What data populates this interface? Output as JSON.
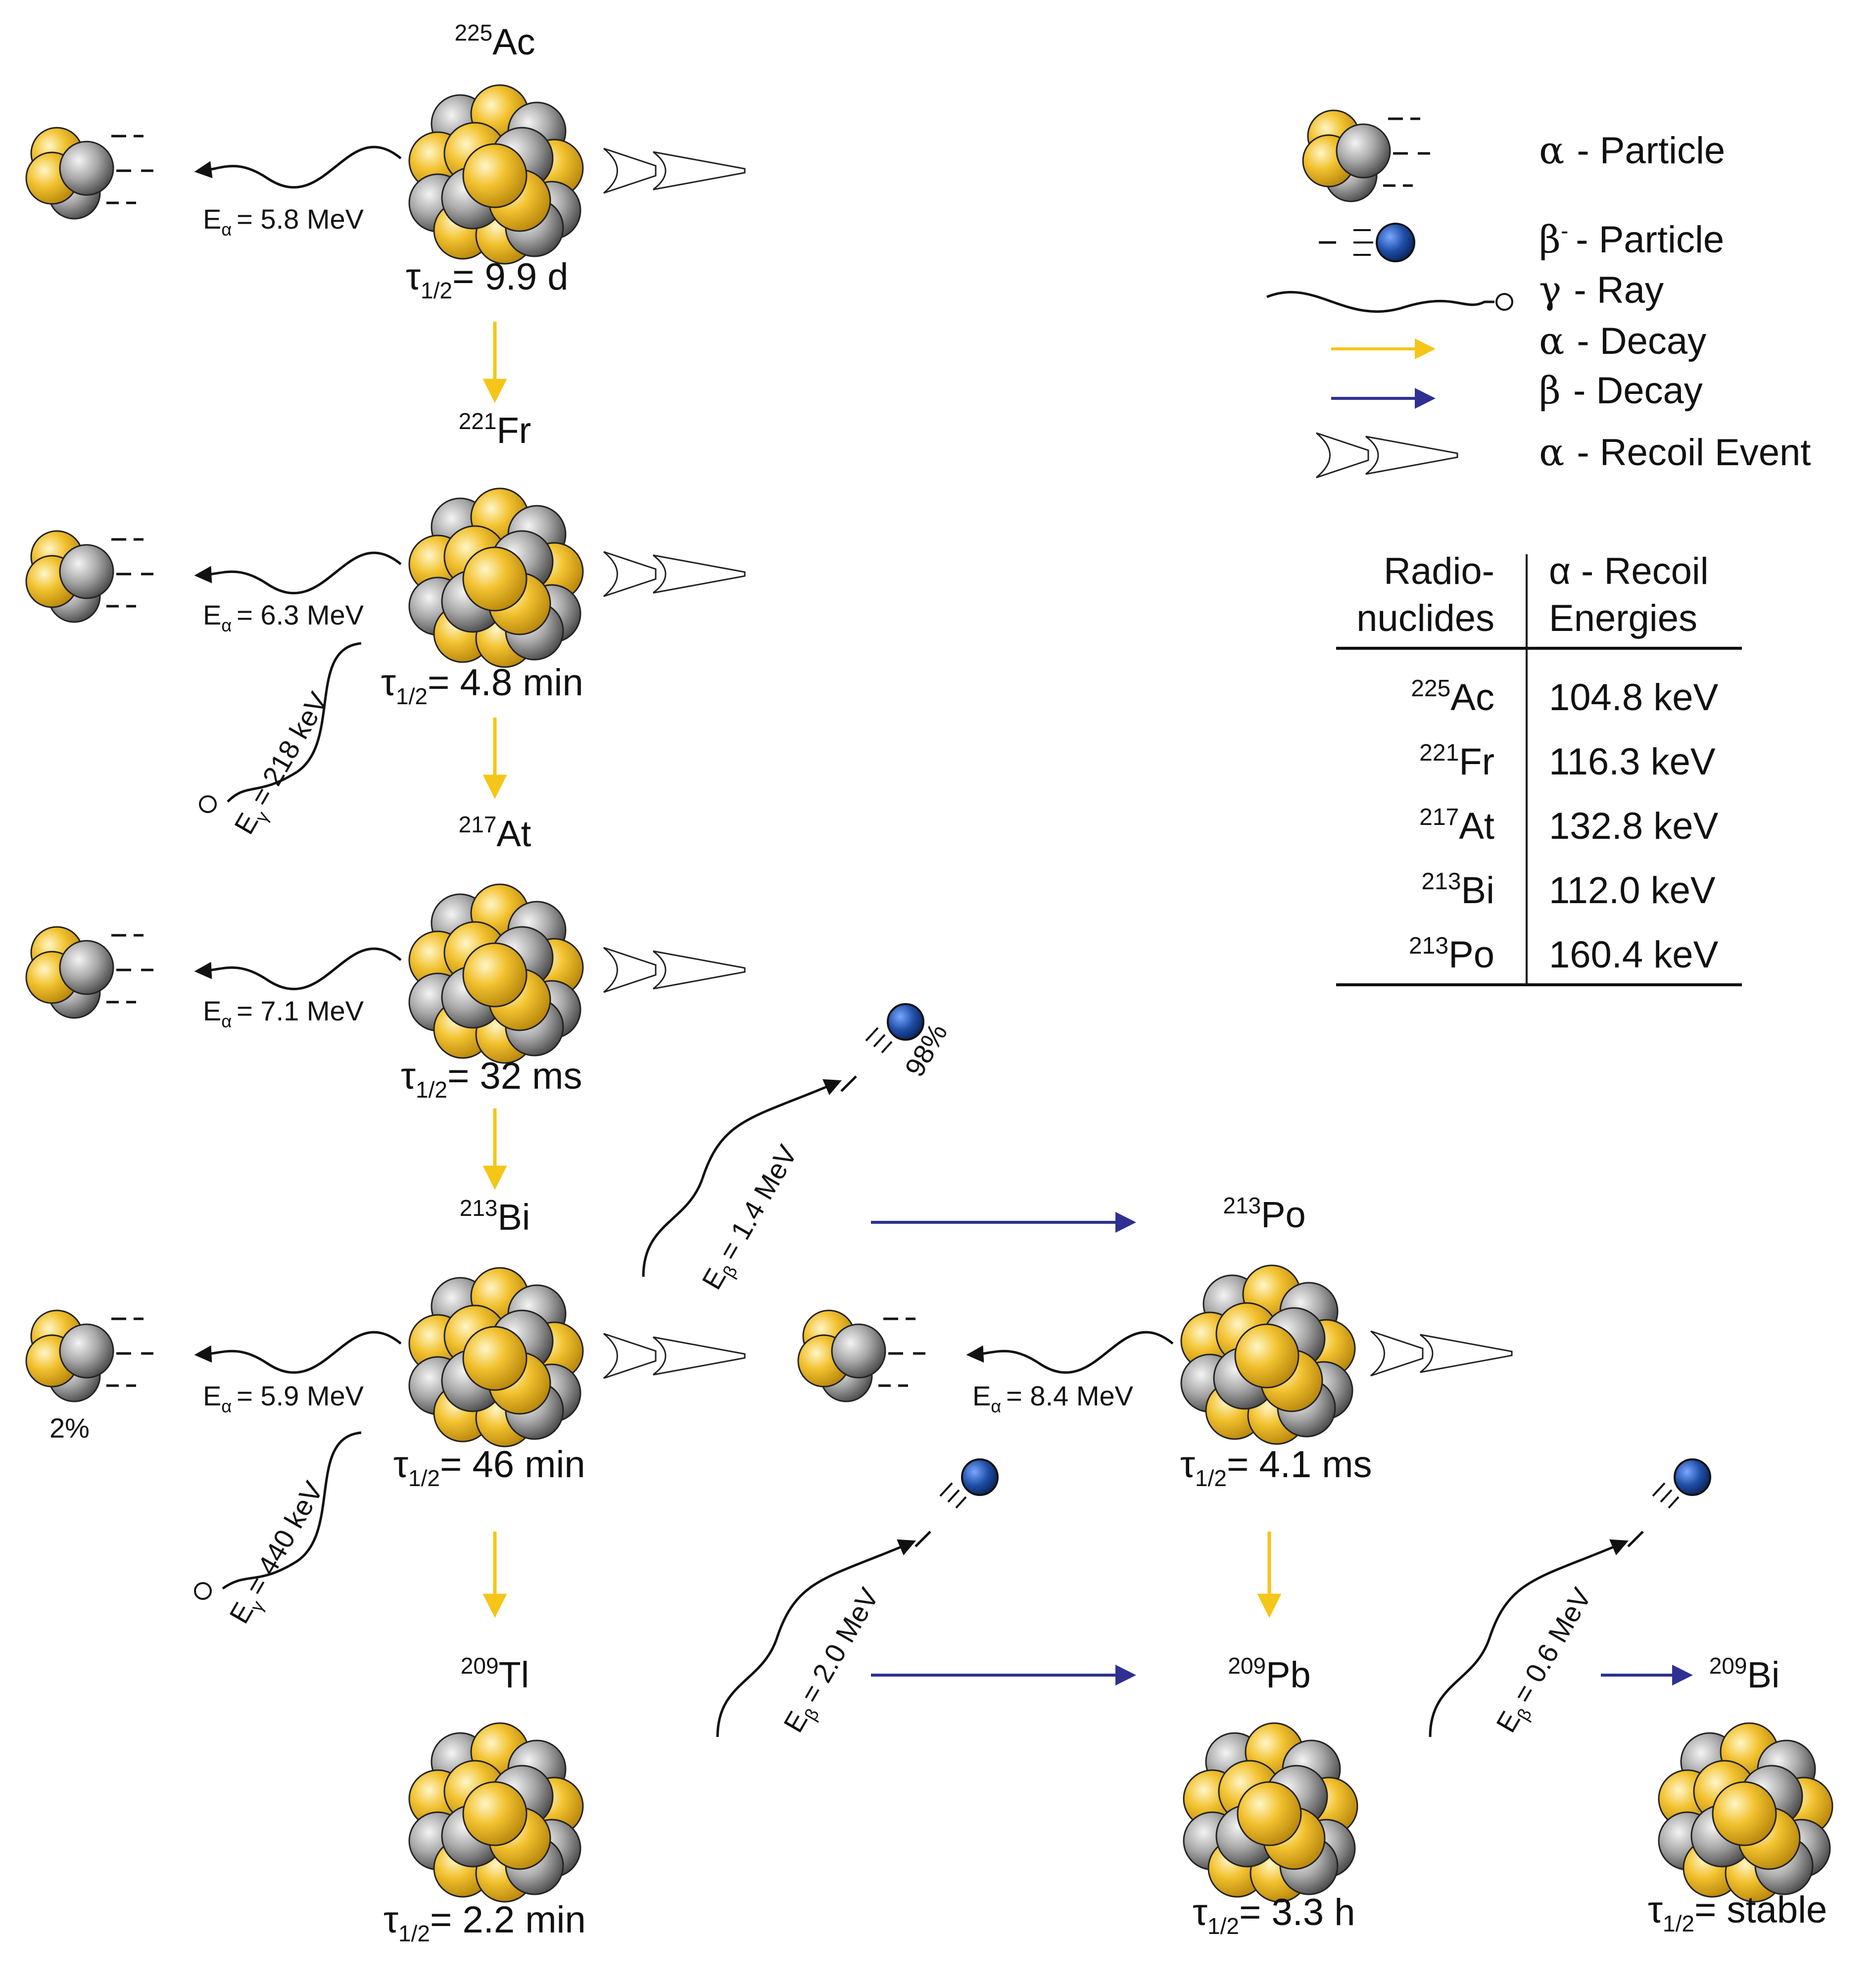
{
  "nuclides": {
    "ac225": {
      "mass": "225",
      "symbol": "Ac",
      "half_life": "= 9.9 d"
    },
    "fr221": {
      "mass": "221",
      "symbol": "Fr",
      "half_life": "= 4.8 min"
    },
    "at217": {
      "mass": "217",
      "symbol": "At",
      "half_life": "= 32 ms"
    },
    "bi213": {
      "mass": "213",
      "symbol": "Bi",
      "half_life": "= 46 min"
    },
    "tl209": {
      "mass": "209",
      "symbol": "Tl",
      "half_life": "= 2.2 min"
    },
    "po213": {
      "mass": "213",
      "symbol": "Po",
      "half_life": "= 4.1 ms"
    },
    "pb209": {
      "mass": "209",
      "symbol": "Pb",
      "half_life": "= 3.3 h"
    },
    "bi209": {
      "mass": "209",
      "symbol": "Bi",
      "half_life": "= stable"
    }
  },
  "half_life_symbol": "τ",
  "half_life_sub": "1/2",
  "alpha_energies": {
    "ac225": "= 5.8 MeV",
    "fr221": "= 6.3 MeV",
    "at217": "= 7.1 MeV",
    "bi213": "= 5.9 MeV",
    "po213": "= 8.4 MeV"
  },
  "gamma_energies": {
    "fr221": "= 218 keV",
    "bi213": "= 440 keV"
  },
  "beta_energies": {
    "bi213": "= 1.4 MeV",
    "tl209": "= 2.0 MeV",
    "pb209": "= 0.6 MeV"
  },
  "energy_letter": "E",
  "sub_alpha": "α",
  "sub_beta": "β",
  "sub_gamma": "γ",
  "branching": {
    "beta": "98%",
    "alpha": "2%"
  },
  "legend": {
    "alpha_particle": {
      "symbol": "α",
      "label": "- Particle"
    },
    "beta_particle": {
      "symbol": "β",
      "sup": "-",
      "label": "- Particle"
    },
    "gamma_ray": {
      "symbol": "γ",
      "label": "- Ray"
    },
    "alpha_decay": {
      "symbol": "α",
      "label": "- Decay"
    },
    "beta_decay": {
      "symbol": "β",
      "label": "- Decay"
    },
    "recoil": {
      "symbol": "α",
      "label": "- Recoil Event"
    }
  },
  "recoil_table": {
    "header_left": [
      "Radio-",
      "nuclides"
    ],
    "header_right": [
      "α - Recoil",
      "Energies"
    ],
    "rows": [
      {
        "mass": "225",
        "symbol": "Ac",
        "energy": "104.8 keV"
      },
      {
        "mass": "221",
        "symbol": "Fr",
        "energy": "116.3 keV"
      },
      {
        "mass": "217",
        "symbol": "At",
        "energy": "132.8 keV"
      },
      {
        "mass": "213",
        "symbol": "Bi",
        "energy": "112.0 keV"
      },
      {
        "mass": "213",
        "symbol": "Po",
        "energy": "160.4 keV"
      }
    ]
  },
  "colors": {
    "gold": "#f2c230",
    "gold_dark": "#c8961a",
    "silver": "#a9a9a9",
    "silver_dark": "#555555",
    "alpha_arrow": "#f5c518",
    "beta_arrow": "#2e3192",
    "electron": "#1f4fa8",
    "ink": "#111111"
  }
}
